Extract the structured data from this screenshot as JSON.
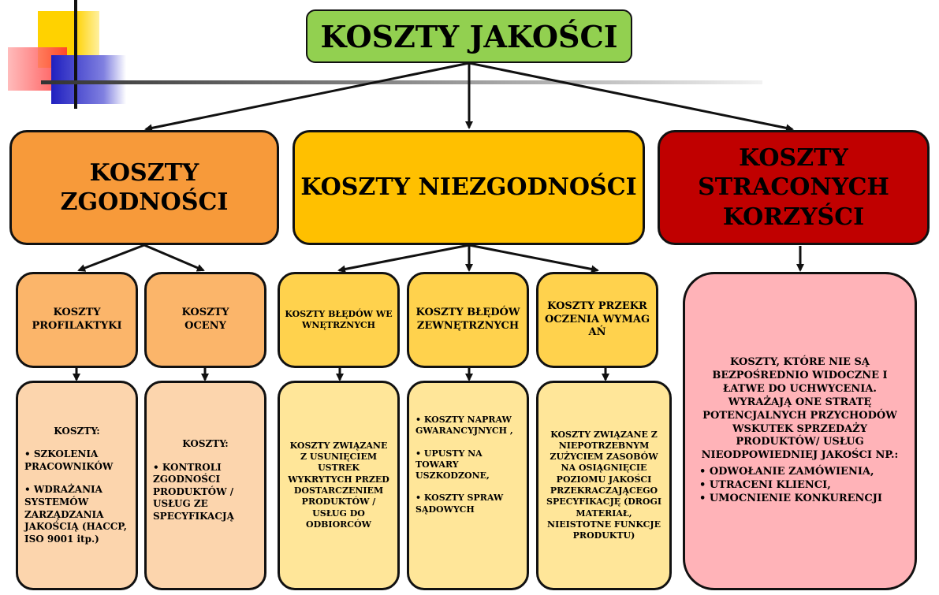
{
  "title": "KOSZTY JAKOŚCI",
  "categories": {
    "zgodnosci": {
      "title": "KOSZTY ZGODNOŚCI"
    },
    "niezgodnosci": {
      "title": "KOSZTY NIEZGODNOŚCI"
    },
    "straconych": {
      "title": "KOSZTY STRACONYCH KORZYŚCI"
    }
  },
  "subcategories": {
    "profilaktyki": "KOSZTY PROFILAKTYKI",
    "oceny": "KOSZTY OCENY",
    "bledow_wewn": "KOSZTY BŁĘDÓW WEWNĘTRZNYCH",
    "bledow_zewn": "KOSZTY BŁĘDÓW ZEWNĘTRZNYCH",
    "przekroczenia": "KOSZTY PRZEKROCZENIA WYMAGAŃ"
  },
  "details": {
    "profilaktyki": {
      "heading": "KOSZTY:",
      "item1": "• SZKOLENIA PRACOWNIKÓW",
      "item2": "• WDRAŻANIA SYSTEMÓW ZARZĄDZANIA JAKOŚCIĄ (HACCP, ISO 9001 itp.)"
    },
    "oceny": {
      "heading": "KOSZTY:",
      "item1": "• KONTROLI ZGODNOŚCI PRODUKTÓW / USŁUG ZE SPECYFIKACJĄ"
    },
    "bledow_wewn": {
      "text": "KOSZTY ZWIĄZANE Z USUNIĘCIEM USTREK WYKRYTYCH PRZED DOSTARCZENIEM PRODUKTÓW / USŁUG DO ODBIORCÓW"
    },
    "bledow_zewn": {
      "item1": "• KOSZTY NAPRAW GWARANCYJNYCH ,",
      "item2": "• UPUSTY NA TOWARY USZKODZONE,",
      "item3": "• KOSZTY SPRAW SĄDOWYCH"
    },
    "przekroczenia": {
      "text": "KOSZTY ZWIĄZANE Z NIEPOTRZEBNYM ZUŻYCIEM ZASOBÓW NA OSIĄGNIĘCIE POZIOMU JAKOŚCI PRZEKRACZAJĄCEGO SPECYFIKACJĘ (DROGI MATERIAŁ, NIEISTOTNE FUNKCJE PRODUKTU)"
    },
    "straconych": {
      "intro": "KOSZTY, KTÓRE NIE SĄ BEZPOŚREDNIO WIDOCZNE I ŁATWE DO UCHWYCENIA. WYRAŻAJĄ ONE STRATĘ POTENCJALNYCH PRZYCHODÓW WSKUTEK SPRZEDAŻY PRODUKTÓW/ USŁUG NIEODPOWIEDNIEJ JAKOŚCI NP.:",
      "item1": "• ODWOŁANIE ZAMÓWIENIA,",
      "item2": "• UTRACENI KLIENCI,",
      "item3": "• UMOCNIENIE KONKURENCJI"
    }
  },
  "colors": {
    "title": "#92d050",
    "zgodnosci": "#f79a3a",
    "niezgodnosci": "#ffc000",
    "straconych": "#c00000",
    "zgodnosci_sub": "#fbb56a",
    "zgodnosci_leaf": "#fcd5ad",
    "niezgodnosci_sub": "#ffd24d",
    "niezgodnosci_leaf": "#ffe699",
    "straconych_leaf": "#ffb3b8"
  }
}
